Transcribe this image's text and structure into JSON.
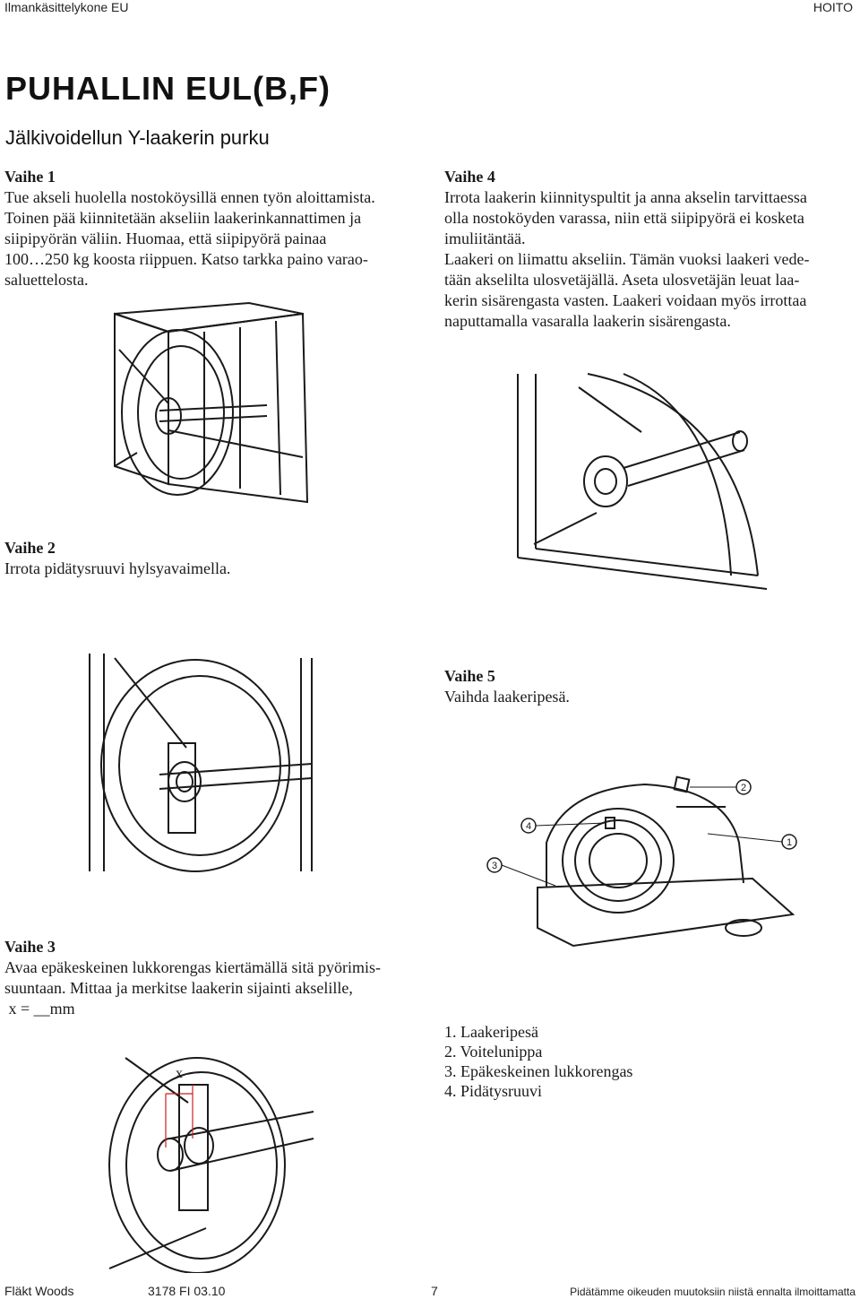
{
  "header": {
    "left": "Ilmankäsittelykone EU",
    "right": "HOITO"
  },
  "title": "PUHALLIN EUL(B,F)",
  "subtitle": "Jälkivoidellun Y-laakerin purku",
  "step1": {
    "heading": "Vaihe 1",
    "lines": [
      "Tue akseli huolella nostoköysillä ennen työn aloittamista.",
      "Toinen pää kiinnitetään akseliin laakerinkannattimen ja",
      "siipipyörän väliin. Huomaa, että siipipyörä painaa",
      "100…250 kg koosta riippuen. Katso tarkka paino varao-",
      "saluettelosta."
    ]
  },
  "step4": {
    "heading": "Vaihe 4",
    "lines": [
      "Irrota laakerin kiinnityspultit ja anna akselin tarvittaessa",
      "olla nostoköyden varassa, niin että siipipyörä ei kosketa",
      "imuliitäntää.",
      "Laakeri on liimattu akseliin. Tämän vuoksi laakeri vede-",
      "tään akselilta ulosvetäjällä. Aseta ulosvetäjän leuat laa-",
      "kerin sisärengasta vasten. Laakeri voidaan myös irrottaa",
      "naputtamalla vasaralla laakerin sisärengasta."
    ]
  },
  "step2": {
    "heading": "Vaihe 2",
    "lines": [
      "Irrota pidätysruuvi hylsyavaimella."
    ]
  },
  "step5": {
    "heading": "Vaihe 5",
    "lines": [
      "Vaihda laakeripesä."
    ]
  },
  "step3": {
    "heading": "Vaihe 3",
    "lines": [
      "Avaa epäkeskeinen lukkorengas kiertämällä sitä pyörimis-",
      "suuntaan. Mittaa ja merkitse laakerin sijainti akselille,",
      " x = __mm"
    ]
  },
  "callouts": [
    "1",
    "2",
    "3",
    "4"
  ],
  "x_marker": "x",
  "legend": [
    "1. Laakeripesä",
    "2. Voitelunippa",
    "3. Epäkeskeinen lukkorengas",
    "4. Pidätysruuvi"
  ],
  "footer": {
    "brand": "Fläkt Woods",
    "doc": "3178 FI 03.10",
    "page": "7",
    "notice": "Pidätämme oikeuden muutoksiin niistä ennalta ilmoittamatta"
  }
}
